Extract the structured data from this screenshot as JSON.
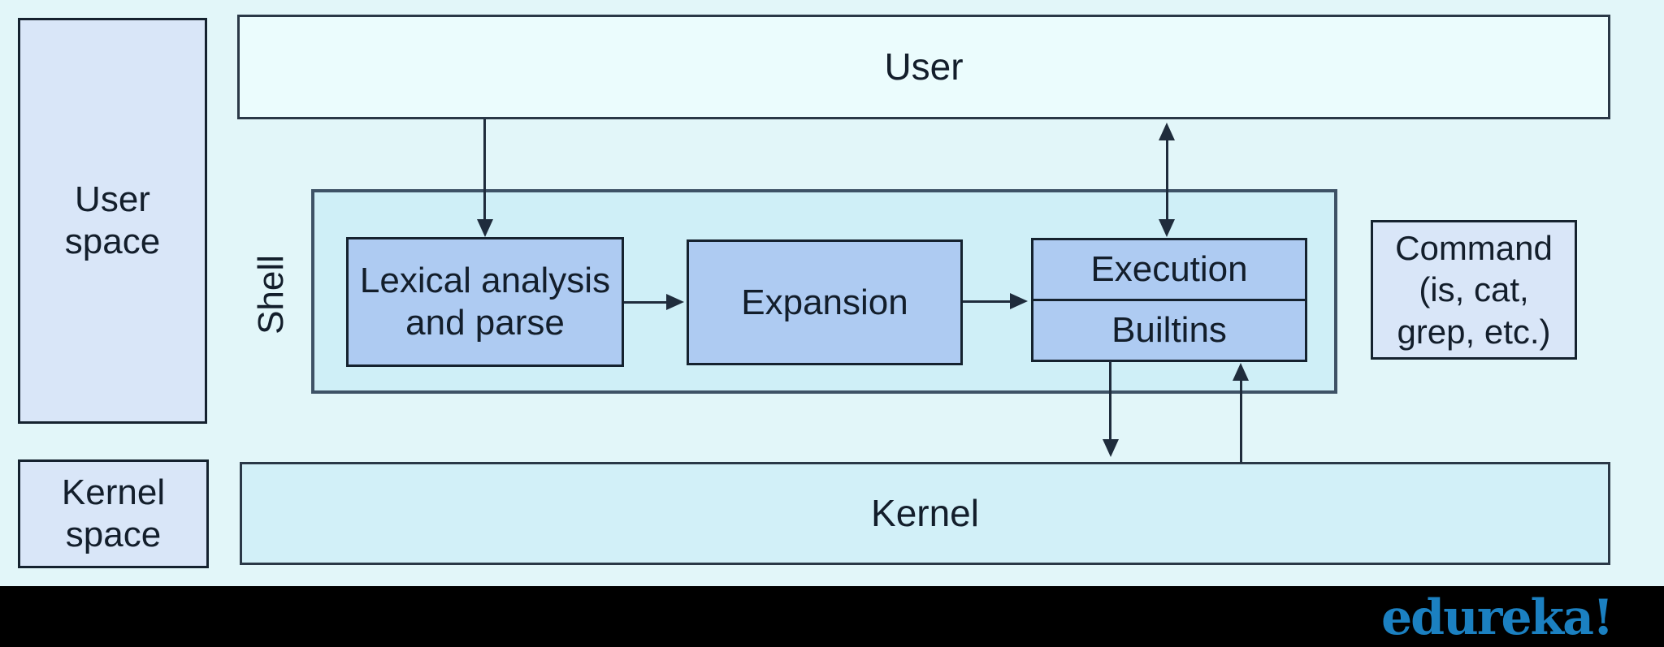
{
  "colors": {
    "bg": "#e2f6f9",
    "bar-fill": "#ebfcfd",
    "shell-fill": "#cfeff7",
    "kernel-fill": "#d2f0f8",
    "stage-fill": "#aecbf2",
    "side-fill": "#d9e6f8",
    "border-dark": "#15222f",
    "border-outer": "#3e5266",
    "bar-border": "#2a3847",
    "arrow": "#1f2c3c",
    "text": "#131e2b",
    "logo-blue": "#1b80c1",
    "footer-bg": "#000000"
  },
  "labels": {
    "user_space": [
      "User",
      "space"
    ],
    "kernel_space": [
      "Kernel",
      "space"
    ],
    "user_bar": "User",
    "kernel_bar": "Kernel",
    "shell": "Shell"
  },
  "stages": {
    "lexical": [
      "Lexical analysis",
      "and parse"
    ],
    "expansion": "Expansion",
    "execution": "Execution",
    "builtins": "Builtins"
  },
  "command_box": [
    "Command",
    "(is, cat,",
    "grep, etc.)"
  ],
  "footer": {
    "logo_text": "edureka!"
  }
}
